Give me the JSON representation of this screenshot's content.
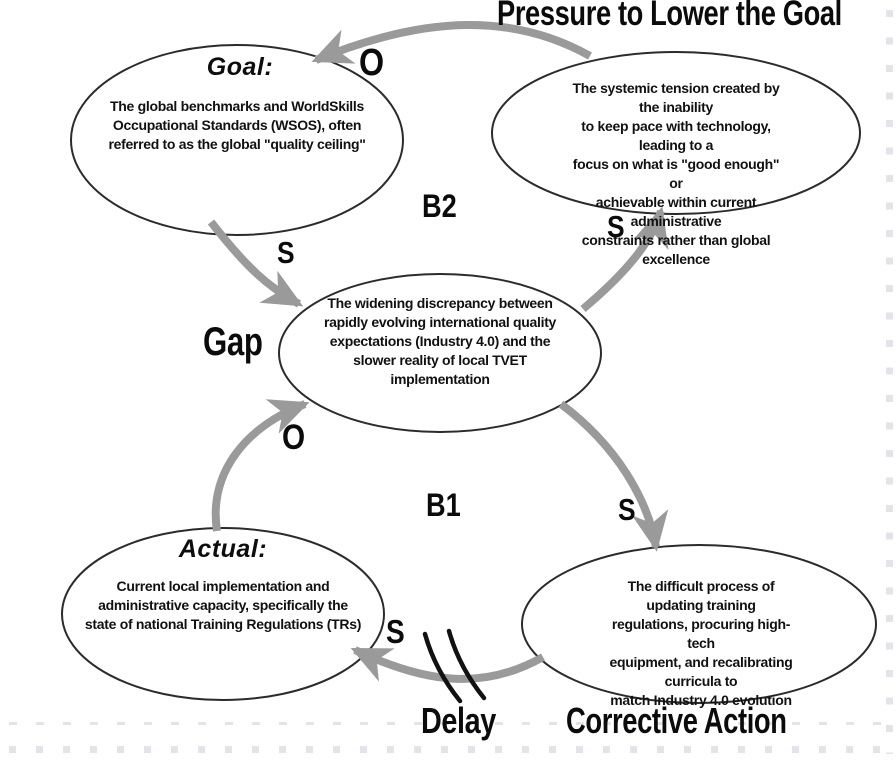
{
  "title": "Pressure to Lower the Goal",
  "nodes": {
    "goal": {
      "heading": "Goal:",
      "body": "The global benchmarks and WorldSkills\nOccupational Standards (WSOS), often\nreferred to as the global \"quality ceiling\""
    },
    "pressure": {
      "body": "The systemic tension created by the inability\nto keep pace with technology, leading to a\nfocus on what is \"good enough\" or\nachievable within current administrative\nconstraints rather than global excellence"
    },
    "gap": {
      "body": "The widening discrepancy between\nrapidly evolving international quality\nexpectations (Industry 4.0) and the\nslower reality of local TVET\nimplementation"
    },
    "actual": {
      "heading": "Actual:",
      "body": "Current local implementation and\nadministrative capacity, specifically the\nstate of national Training Regulations (TRs)"
    },
    "corrective": {
      "body": "The difficult process of updating training\nregulations, procuring high-tech\nequipment, and recalibrating curricula to\nmatch Industry 4.0 evolution"
    }
  },
  "labels": {
    "gap": "Gap",
    "delay": "Delay",
    "corrective_action": "Corrective Action",
    "loop_b1": "B1",
    "loop_b2": "B2"
  },
  "polarity": {
    "pressure_to_goal": "O",
    "goal_to_gap": "S",
    "gap_to_pressure": "S",
    "actual_to_gap": "O",
    "gap_to_corrective": "S",
    "corrective_to_actual": "S"
  },
  "colors": {
    "arrow": "#9a9a9a",
    "node_border": "#2b2b2b",
    "text": "#111111",
    "dots": "#e3e3e9"
  }
}
